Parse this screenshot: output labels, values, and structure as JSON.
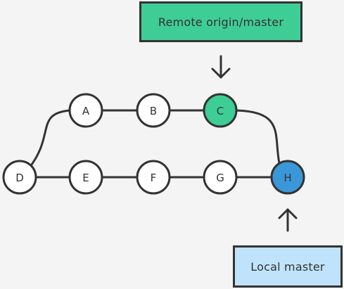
{
  "labels": {
    "remote": "Remote origin/master",
    "local": "Local master"
  },
  "colors": {
    "background": "#f4f4f4",
    "stroke": "#333333",
    "node_default": "#ffffff",
    "remote_highlight": "#3fcd96",
    "local_highlight": "#3a97d9",
    "remote_label_bg": "#3fcd96",
    "local_label_bg": "#bfe3fb"
  },
  "commits": [
    {
      "id": "A",
      "label": "A",
      "branch": "upper",
      "highlight": null
    },
    {
      "id": "B",
      "label": "B",
      "branch": "upper",
      "highlight": null
    },
    {
      "id": "C",
      "label": "C",
      "branch": "upper",
      "highlight": "remote"
    },
    {
      "id": "D",
      "label": "D",
      "branch": "lower",
      "highlight": null
    },
    {
      "id": "E",
      "label": "E",
      "branch": "lower",
      "highlight": null
    },
    {
      "id": "F",
      "label": "F",
      "branch": "lower",
      "highlight": null
    },
    {
      "id": "G",
      "label": "G",
      "branch": "lower",
      "highlight": null
    },
    {
      "id": "H",
      "label": "H",
      "branch": "lower",
      "highlight": "local"
    }
  ],
  "edges": [
    {
      "from": "D",
      "to": "E"
    },
    {
      "from": "E",
      "to": "F"
    },
    {
      "from": "F",
      "to": "G"
    },
    {
      "from": "G",
      "to": "H"
    },
    {
      "from": "D",
      "to": "A"
    },
    {
      "from": "A",
      "to": "B"
    },
    {
      "from": "B",
      "to": "C"
    },
    {
      "from": "C",
      "to": "H"
    }
  ],
  "pointers": [
    {
      "label": "remote",
      "target": "C",
      "direction": "down"
    },
    {
      "label": "local",
      "target": "H",
      "direction": "up"
    }
  ]
}
